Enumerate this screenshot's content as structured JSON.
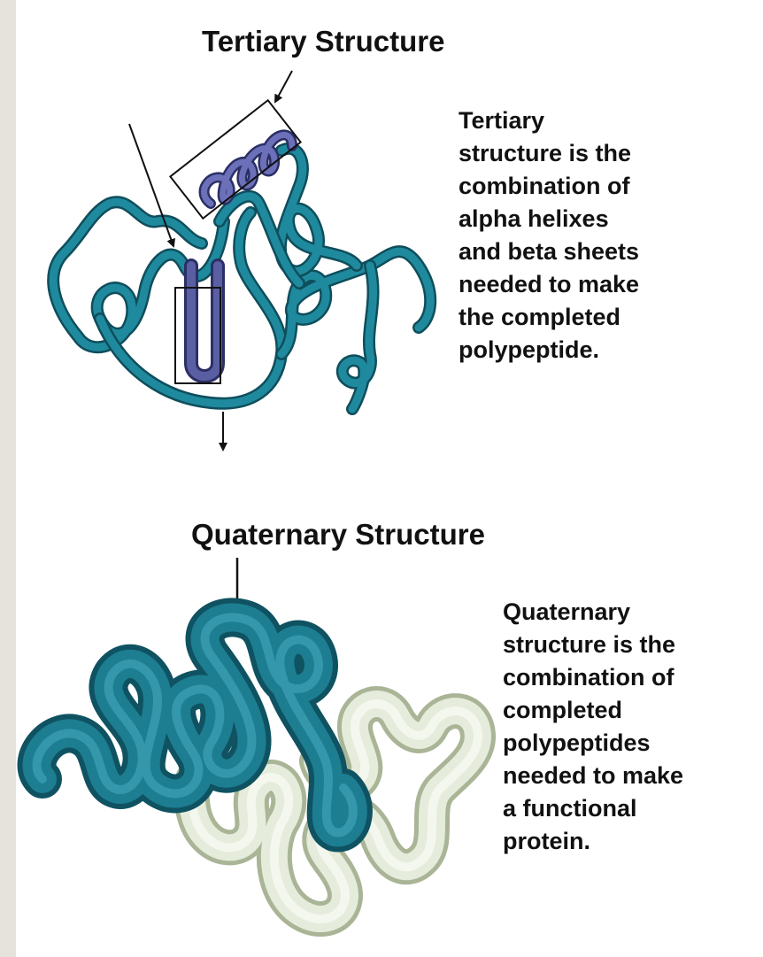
{
  "tertiary": {
    "heading": "Tertiary Structure",
    "description_lines": [
      "Tertiary",
      "structure is the",
      "combination of",
      "alpha helixes",
      "and beta sheets",
      "needed to make",
      "the completed",
      "polypeptide."
    ]
  },
  "quaternary": {
    "heading": "Quaternary Structure",
    "description_lines": [
      "Quaternary",
      "structure is the",
      "combination of",
      "completed",
      "polypeptides",
      "needed to make",
      "a functional",
      "protein."
    ]
  },
  "colors": {
    "ribbon": "#1f7a8c",
    "ribbon_dark": "#115766",
    "helix": "#4a4e8c",
    "subunit_light": "#e2ead8",
    "subunit_shadow": "#b8c4a8",
    "background": "#ffffff",
    "page_margin": "#e6e2dc"
  }
}
